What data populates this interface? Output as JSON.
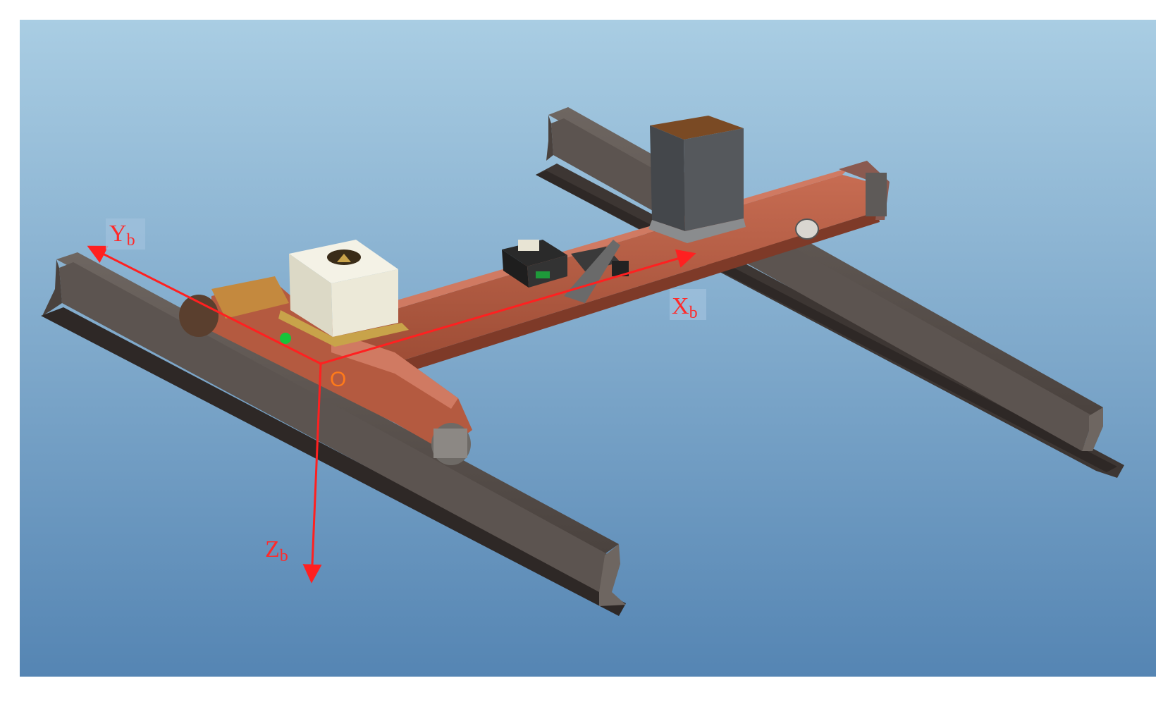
{
  "figure": {
    "axes": [
      {
        "id": "x",
        "letter": "X",
        "subscript": "b"
      },
      {
        "id": "y",
        "letter": "Y",
        "subscript": "b"
      },
      {
        "id": "z",
        "letter": "Z",
        "subscript": "b"
      }
    ],
    "origin_label": "O"
  },
  "colors": {
    "background_top": "#a9cde3",
    "background_bottom": "#5585b3",
    "rail": "#5c5450",
    "rail_dark": "#3d3633",
    "frame": "#b45a40",
    "frame_light": "#d07a62",
    "frame_dark": "#7e3a28",
    "box_white": "#ece9d8",
    "box_gray": "#4f5256",
    "box_brown": "#7a4a24",
    "axis": "#ff2020"
  }
}
